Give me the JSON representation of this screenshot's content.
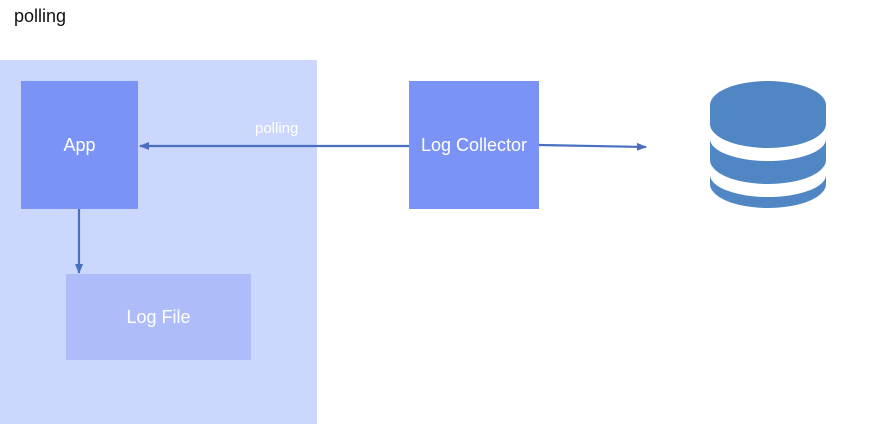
{
  "diagram": {
    "title": "polling",
    "nodes": {
      "app": "App",
      "log_file": "Log File",
      "log_collector": "Log Collector"
    },
    "edges": {
      "collector_to_app_label": "polling"
    },
    "colors": {
      "host_region": "#cbd7fc",
      "node_primary": "#7b93f6",
      "node_secondary": "#aebdfa",
      "arrow": "#4a6fbf",
      "database": "#4f86c3"
    },
    "icons": {
      "storage": "database-icon"
    }
  }
}
